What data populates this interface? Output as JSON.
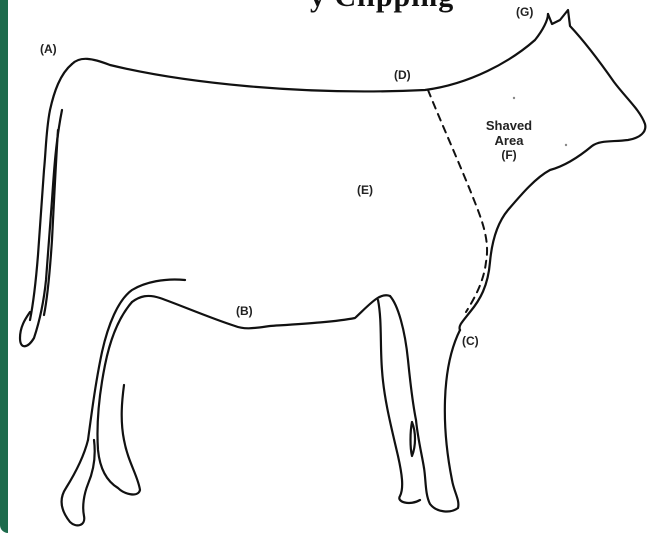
{
  "title_fragment": "y Clipping",
  "labels": {
    "a": "(A)",
    "b": "(B)",
    "c": "(C)",
    "d": "(D)",
    "e": "(E)",
    "f": "(F)",
    "g": "(G)"
  },
  "shaved_area": {
    "line1": "Shaved",
    "line2": "Area"
  },
  "colors": {
    "frame_edge": "#1d6b4c",
    "outline": "#111111",
    "background": "#ffffff"
  }
}
